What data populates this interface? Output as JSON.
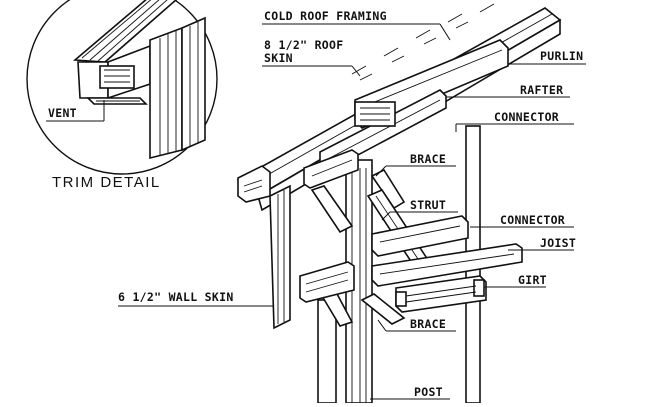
{
  "labels": {
    "cold_roof_framing": "COLD ROOF FRAMING",
    "roof_skin_line1": "8 1/2\" ROOF",
    "roof_skin_line2": "SKIN",
    "purlin": "PURLIN",
    "rafter": "RAFTER",
    "connector_top": "CONNECTOR",
    "brace_top": "BRACE",
    "strut": "STRUT",
    "connector_mid": "CONNECTOR",
    "joist": "JOIST",
    "girt": "GIRT",
    "wall_skin": "6 1/2\" WALL SKIN",
    "brace_bottom": "BRACE",
    "post": "POST",
    "vent": "VENT",
    "trim_detail": "TRIM DETAIL"
  }
}
